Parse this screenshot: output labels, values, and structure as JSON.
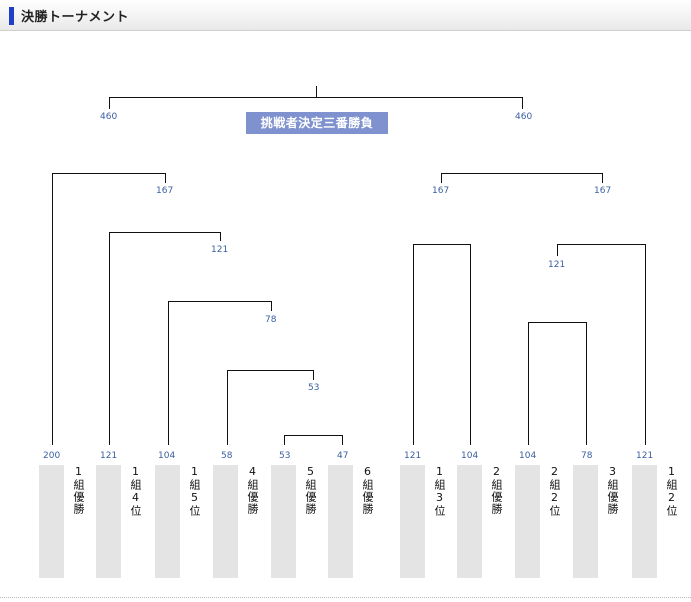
{
  "header": {
    "title": "決勝トーナメント"
  },
  "final": {
    "label": "挑戦者決定三番勝負",
    "left_score": "460",
    "right_score": "460"
  },
  "teams": [
    {
      "label": "1組優勝",
      "score": "200"
    },
    {
      "label": "1組4位",
      "score": "121"
    },
    {
      "label": "1組5位",
      "score": "104"
    },
    {
      "label": "4組優勝",
      "score": "58"
    },
    {
      "label": "5組優勝",
      "score": "53"
    },
    {
      "label": "6組優勝",
      "score": "47"
    },
    {
      "label": "1組3位",
      "score": "121"
    },
    {
      "label": "2組優勝",
      "score": "104"
    },
    {
      "label": "2組2位",
      "score": "104"
    },
    {
      "label": "3組優勝",
      "score": "78"
    },
    {
      "label": "1組2位",
      "score": "121"
    }
  ],
  "rounds": {
    "left": [
      "167",
      "121",
      "78",
      "53"
    ],
    "right": [
      "167",
      "167",
      "121"
    ]
  },
  "colors": {
    "header_accent": "#1e40c8",
    "banner": "#7f92cf",
    "score_text": "#3a5fa0"
  }
}
